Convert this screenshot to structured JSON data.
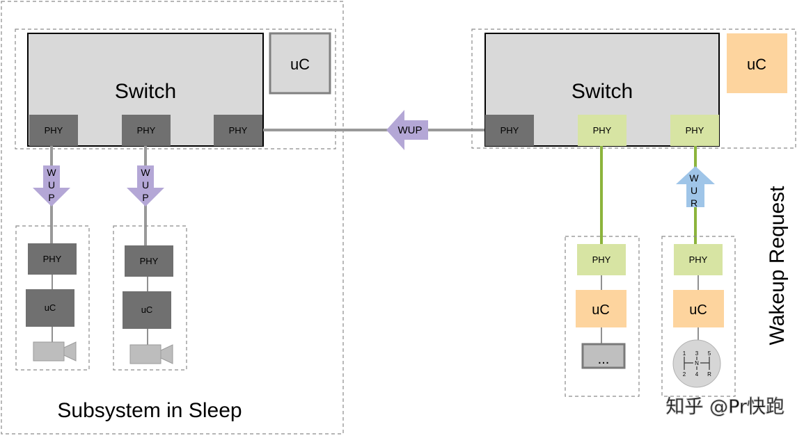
{
  "left": {
    "switch_label": "Switch",
    "uc_label": "uC",
    "ports": [
      "PHY",
      "PHY",
      "PHY"
    ],
    "arrow_label": "WUP",
    "arrow_letters": [
      "W",
      "U",
      "P"
    ],
    "nodes": [
      {
        "phy": "PHY",
        "uc": "uC",
        "device": "camera-icon"
      },
      {
        "phy": "PHY",
        "uc": "uC",
        "device": "camera-icon"
      }
    ],
    "caption": "Subsystem in Sleep"
  },
  "link_arrow_label": "WUP",
  "right": {
    "switch_label": "Switch",
    "uc_label": "uC",
    "ports": [
      "PHY",
      "PHY",
      "PHY"
    ],
    "arrow_letters": [
      "W",
      "U",
      "R"
    ],
    "nodes": [
      {
        "phy": "PHY",
        "uc": "uC",
        "device_label": "..."
      },
      {
        "phy": "PHY",
        "uc": "uC",
        "device": "gear-shift-icon",
        "gear_labels": [
          "1",
          "3",
          "5",
          "N",
          "2",
          "4",
          "R"
        ]
      }
    ],
    "side_label": "Wakeup Request"
  },
  "watermark": "知乎 @Pr快跑",
  "colors": {
    "switch_fill": "#d9d9d9",
    "phy_dark": "#707070",
    "phy_active": "#d7e4a3",
    "uc_active": "#fdd49e",
    "wup_arrow": "#b4a7d6",
    "wur_arrow": "#9fc5e8",
    "active_line": "#8cb43c",
    "sleep_line": "#999999"
  }
}
